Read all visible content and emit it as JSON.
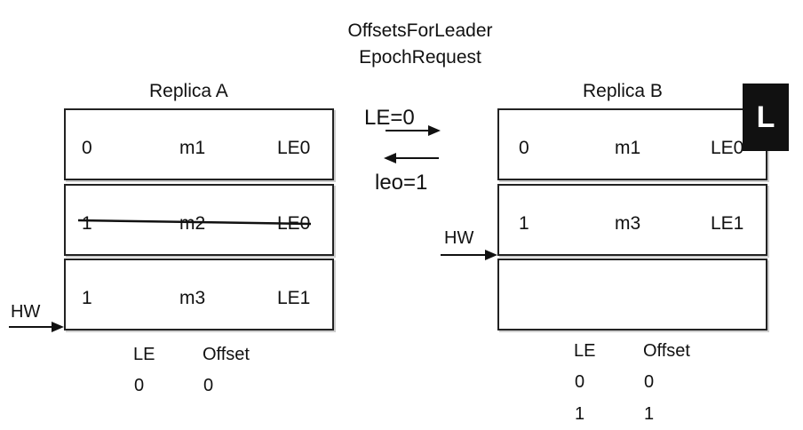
{
  "title": {
    "line1": "OffsetsForLeader",
    "line2": "EpochRequest"
  },
  "replica_a": {
    "name": "Replica  A",
    "rows": [
      {
        "offset": "0",
        "message": "m1",
        "epoch": "LE0",
        "struck": false
      },
      {
        "offset": "1",
        "message": "m2",
        "epoch": "LE0",
        "struck": true
      },
      {
        "offset": "1",
        "message": "m3",
        "epoch": "LE1",
        "struck": false
      }
    ],
    "hw_label": "HW",
    "table": {
      "headers": [
        "LE",
        "Offset"
      ],
      "rows": [
        [
          "0",
          "0"
        ]
      ]
    }
  },
  "replica_b": {
    "name": "Replica  B",
    "leader_badge": "L",
    "rows": [
      {
        "offset": "0",
        "message": "m1",
        "epoch": "LE0"
      },
      {
        "offset": "1",
        "message": "m3",
        "epoch": "LE1"
      },
      {
        "offset": "",
        "message": "",
        "epoch": ""
      }
    ],
    "hw_label": "HW",
    "table": {
      "headers": [
        "LE",
        "Offset"
      ],
      "rows": [
        [
          "0",
          "0"
        ],
        [
          "1",
          "1"
        ]
      ]
    }
  },
  "messages": {
    "request": "LE=0",
    "response": "leo=1"
  }
}
